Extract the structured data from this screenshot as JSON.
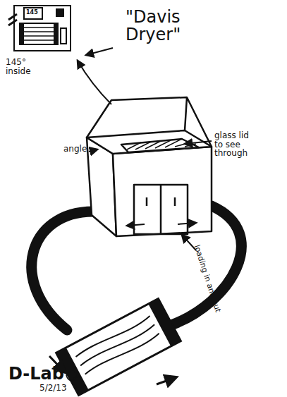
{
  "diagram": {
    "labels": [
      "\"Davis Dryer\"",
      "145",
      "145° inside",
      "angle",
      "glass lid to see through",
      "loading in and out",
      "D-Lab",
      "5/2/13"
    ]
  }
}
